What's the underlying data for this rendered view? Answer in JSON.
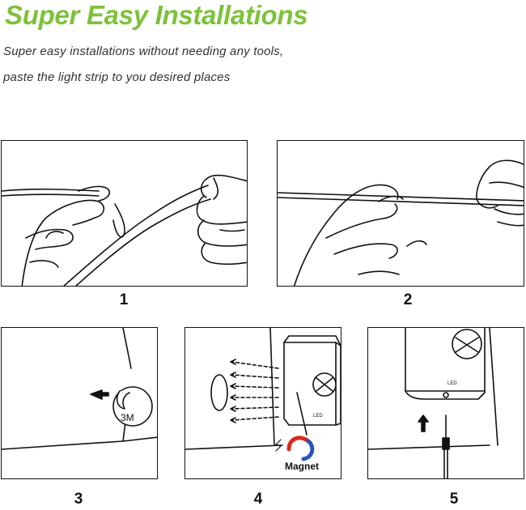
{
  "header": {
    "title": "Super Easy Installations",
    "line1": "Super easy installations without needing any tools,",
    "line2": "paste the light strip to you desired places"
  },
  "steps": [
    {
      "number": "1"
    },
    {
      "number": "2"
    },
    {
      "number": "3",
      "sticker_label": "3M"
    },
    {
      "number": "4",
      "magnet_label": "Magnet",
      "sensor_label": "LED"
    },
    {
      "number": "5",
      "sensor_label": "LED"
    }
  ],
  "colors": {
    "title": "#7dc23a",
    "magnet_red": "#d9281f",
    "magnet_blue": "#2b55b8"
  }
}
